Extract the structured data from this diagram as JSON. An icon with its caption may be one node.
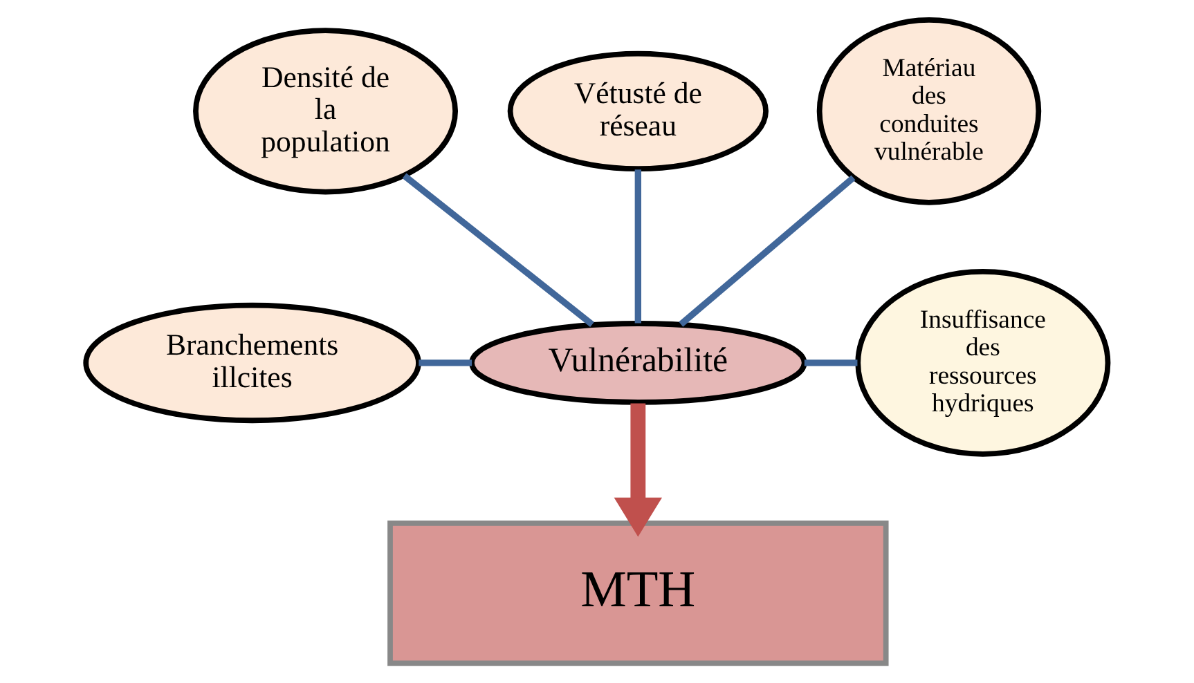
{
  "diagram": {
    "nodes": [
      {
        "text": [
          "Densité de la population"
        ]
      },
      {
        "text": [
          "Vétusté de réseau"
        ]
      },
      {
        "text": [
          "Matériau des conduites vulnérable"
        ]
      },
      {
        "text": [
          "Branchements illcites"
        ]
      },
      {
        "text": [
          "Vulnérabilité"
        ]
      },
      {
        "text": [
          "Insuffisance des ressources hydriques"
        ]
      },
      {
        "text": [
          "MTH"
        ]
      }
    ],
    "edges": [
      {
        "from": 0,
        "to": 4,
        "arrow": "none"
      },
      {
        "from": 1,
        "to": 4,
        "arrow": "none"
      },
      {
        "from": 2,
        "to": 4,
        "arrow": "none"
      },
      {
        "from": 3,
        "to": 4,
        "arrow": "none"
      },
      {
        "from": 4,
        "to": 5,
        "arrow": "none"
      },
      {
        "from": 4,
        "to": 6,
        "arrow": "to",
        "style": "thick",
        "color": "#c0504d"
      }
    ]
  }
}
